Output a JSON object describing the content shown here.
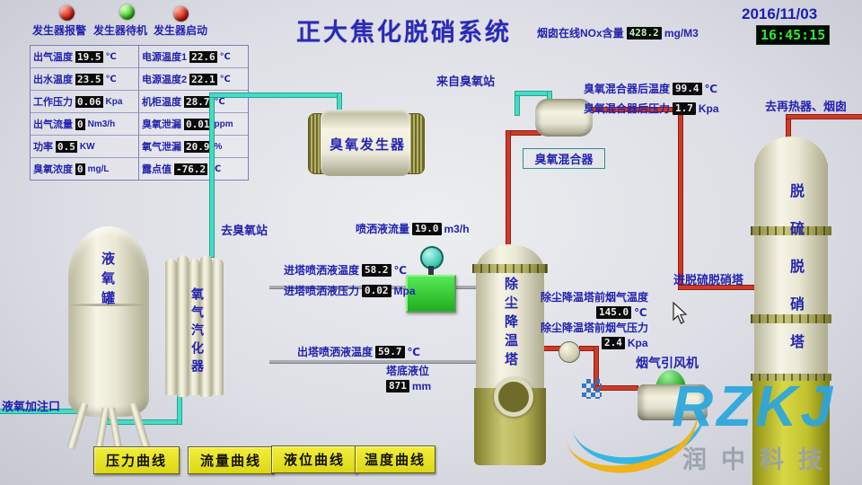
{
  "header": {
    "indicators": [
      {
        "name": "generator-alarm",
        "label": "发生器报警",
        "color": "#d42312"
      },
      {
        "name": "generator-standby",
        "label": "发生器待机",
        "color": "#3ecf1d"
      },
      {
        "name": "generator-start",
        "label": "发生器启动",
        "color": "#d42312"
      }
    ],
    "title": "正大焦化脱硝系统",
    "nox": {
      "label": "烟囱在线NOx含量",
      "value": "428.2",
      "unit": "mg/M3"
    },
    "date": "2016/11/03",
    "time": "16:45:15"
  },
  "panel": {
    "cells": [
      {
        "label": "出气温度",
        "value": "19.5",
        "unit": "℃"
      },
      {
        "label": "电源温度1",
        "value": "22.6",
        "unit": "℃"
      },
      {
        "label": "出水温度",
        "value": "23.5",
        "unit": "℃"
      },
      {
        "label": "电源温度2",
        "value": "22.1",
        "unit": "℃"
      },
      {
        "label": "工作压力",
        "value": "0.06",
        "unit": "Kpa"
      },
      {
        "label": "机柜温度",
        "value": "28.7",
        "unit": "℃"
      },
      {
        "label": "出气流量",
        "value": "0",
        "unit": "Nm3/h"
      },
      {
        "label": "臭氧泄漏",
        "value": "0.01",
        "unit": "ppm"
      },
      {
        "label": "功率",
        "value": "0.5",
        "unit": "KW"
      },
      {
        "label": "氧气泄漏",
        "value": "20.9",
        "unit": "%"
      },
      {
        "label": "臭氧浓度",
        "value": "0",
        "unit": "mg/L"
      },
      {
        "label": "露点值",
        "value": "-76.2",
        "unit": "℃"
      }
    ]
  },
  "equipment": {
    "ozone_generator": "臭氧发生器",
    "ozone_mixer": "臭氧混合器",
    "liquid_oxygen_tank": "液氧罐",
    "oxygen_vaporizer": "氧气汽化器",
    "dust_cooling_tower": "除尘降温塔",
    "desulfur_denitration_tower": "脱硫脱硝塔",
    "flue_gas_fan": "烟气引风机"
  },
  "flow_labels": {
    "from_ozone_station": "来自臭氧站",
    "to_ozone_station": "去臭氧站",
    "to_reheater_chimney": "去再热器、烟囱",
    "into_denitration_tower": "进脱硫脱硝塔",
    "lox_fill_port": "液氧加注口"
  },
  "measurements": {
    "mixer_out_temp": {
      "label": "臭氧混合器后温度",
      "value": "99.4",
      "unit": "℃"
    },
    "mixer_out_press": {
      "label": "臭氧混合器后压力",
      "value": "1.7",
      "unit": "Kpa"
    },
    "spray_flow": {
      "label": "喷洒液流量",
      "value": "19.0",
      "unit": "m3/h"
    },
    "spray_in_temp": {
      "label": "进塔喷洒液温度",
      "value": "58.2",
      "unit": "℃"
    },
    "spray_in_press": {
      "label": "进塔喷洒液压力",
      "value": "0.02",
      "unit": "Mpa"
    },
    "spray_out_temp": {
      "label": "出塔喷洒液温度",
      "value": "59.7",
      "unit": "℃"
    },
    "tower_level": {
      "label": "塔底液位",
      "value": "871",
      "unit": "mm"
    },
    "pre_tower_gas_temp": {
      "label": "除尘降温塔前烟气温度",
      "value": "145.0",
      "unit": "℃"
    },
    "pre_tower_gas_press": {
      "label": "除尘降温塔前烟气压力",
      "value": "2.4",
      "unit": "Kpa"
    }
  },
  "buttons": [
    "压力曲线",
    "流量曲线",
    "液位曲线",
    "温度曲线"
  ],
  "watermark": {
    "logo_text": "RZKJ",
    "company": "润中科技"
  },
  "colors": {
    "label_blue": "#2323b0",
    "pipe_cyan": "#46dcc6",
    "pipe_red": "#cf3a26",
    "button_yellow": "#e9e41c",
    "time_green": "#2ee62e",
    "vessel_beige": "#eae8d5",
    "vessel_olive": "#b5b256"
  }
}
